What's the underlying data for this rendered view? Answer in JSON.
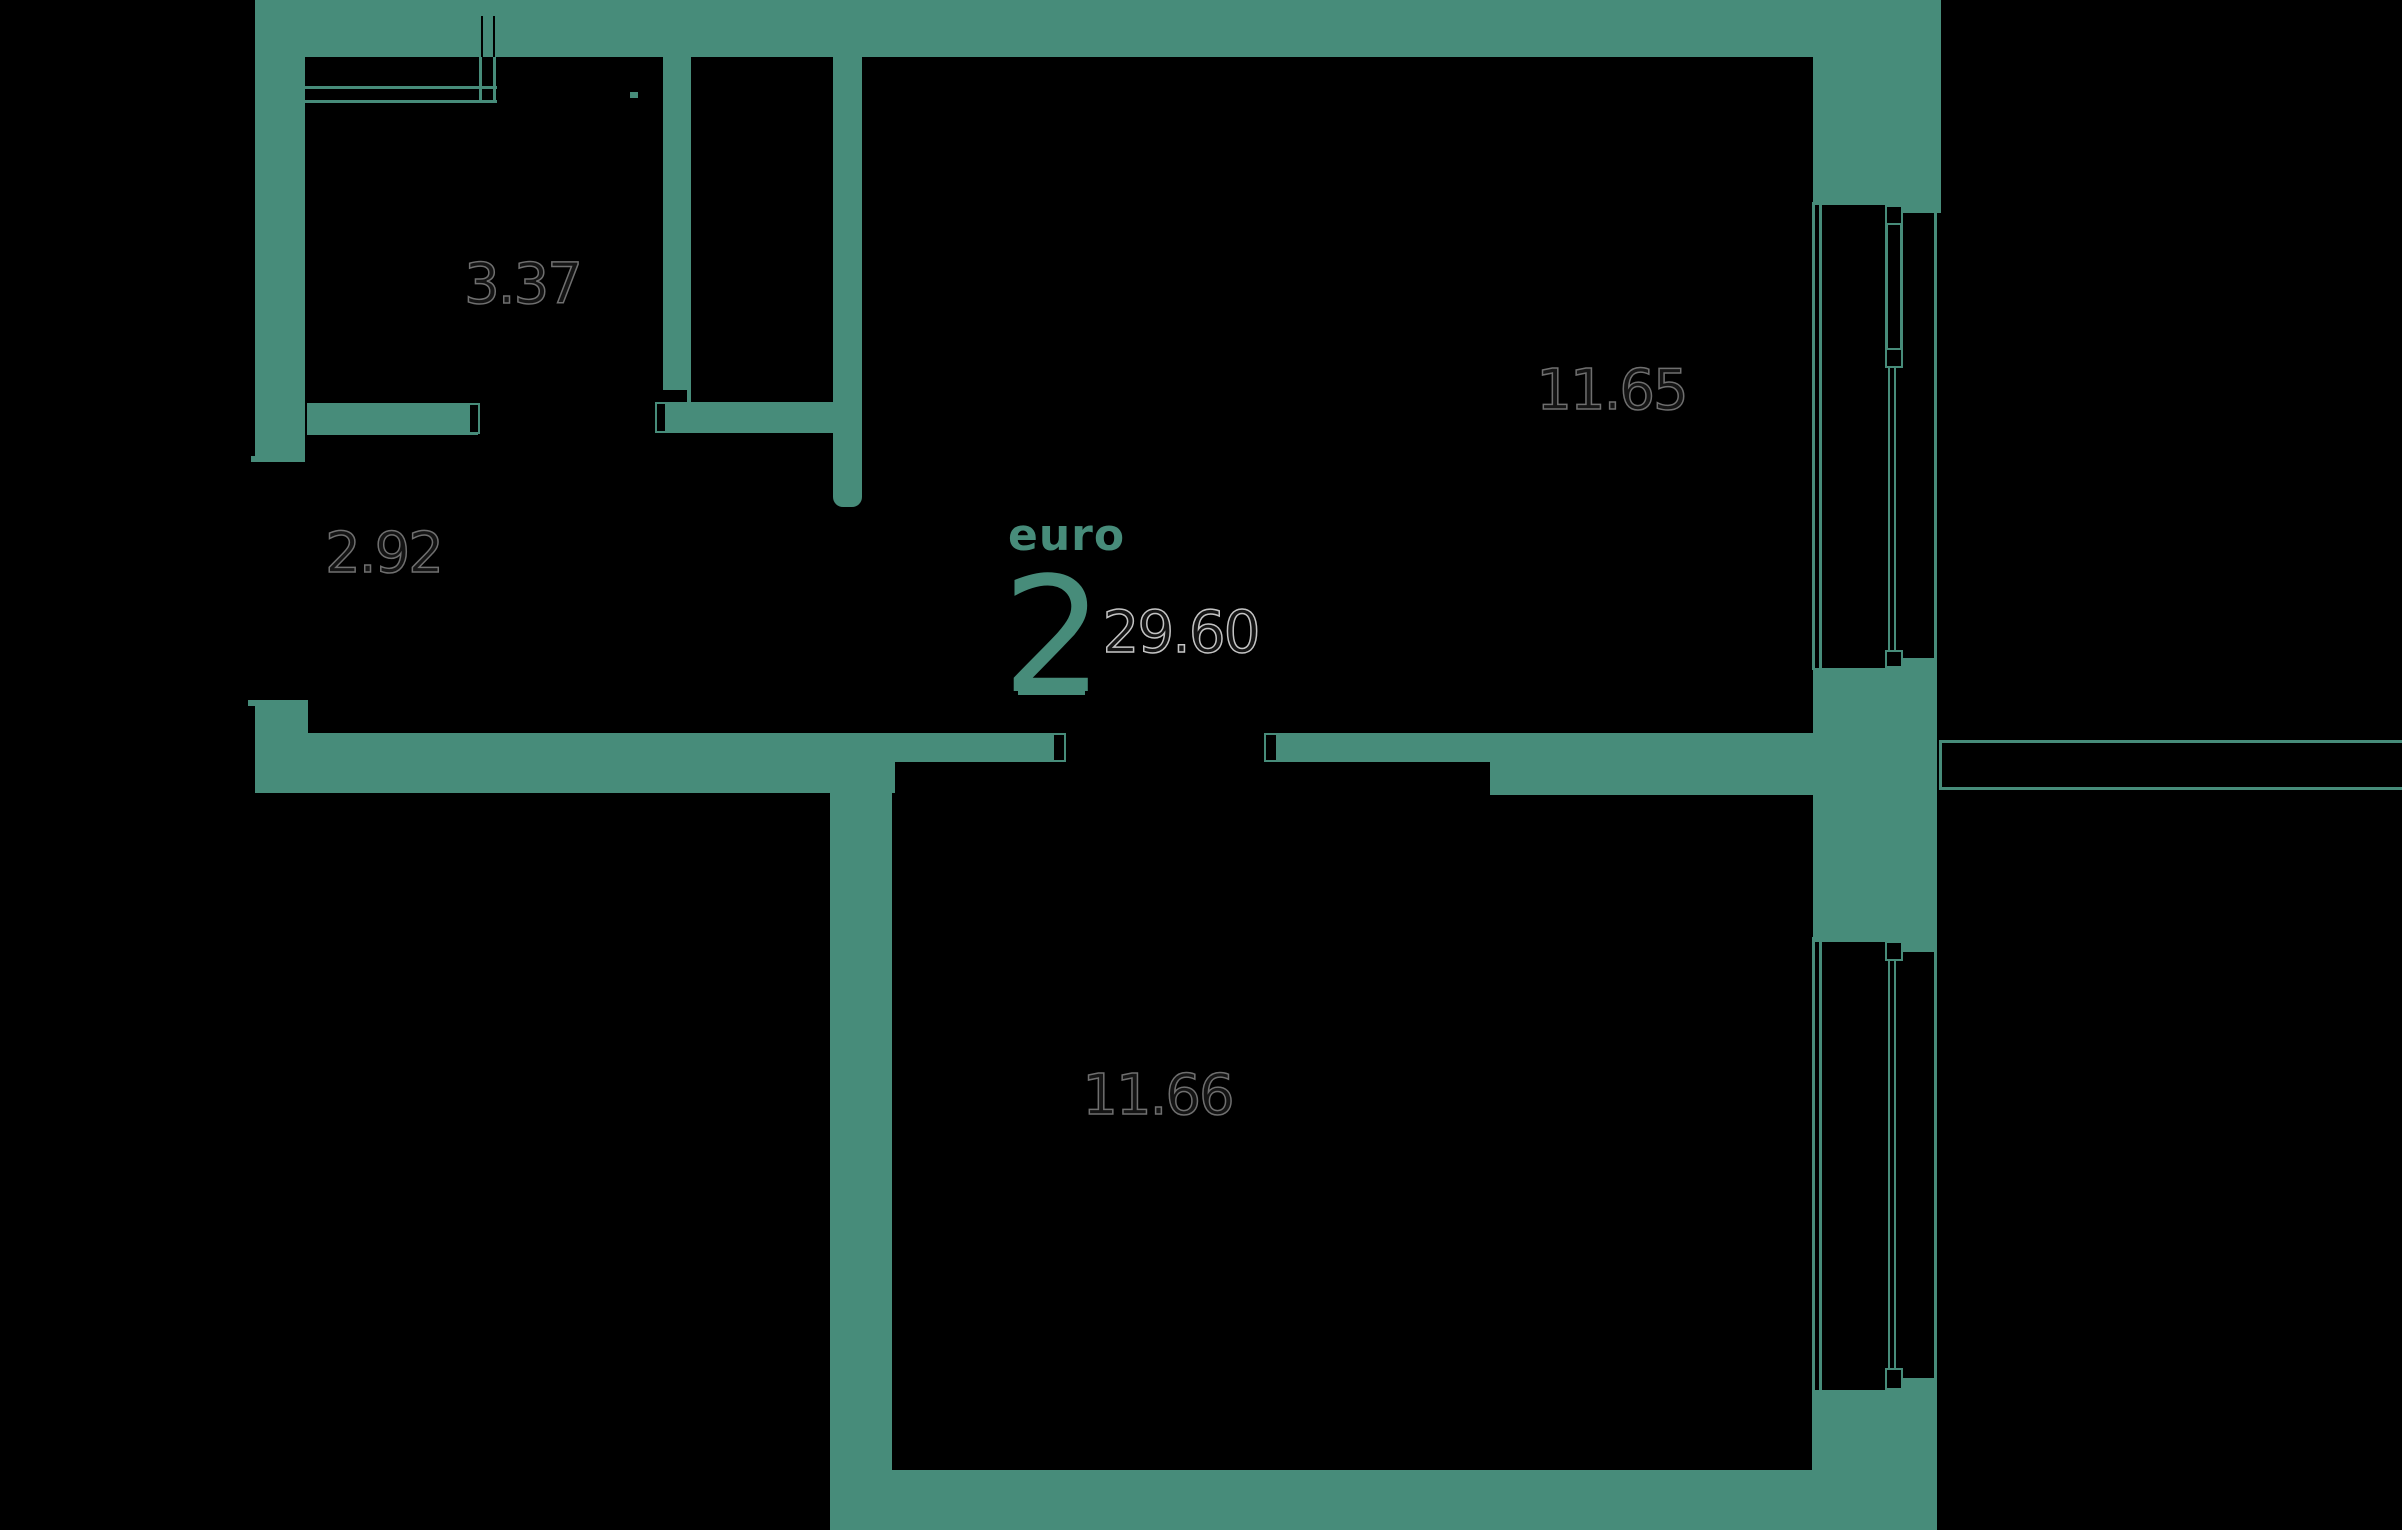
{
  "unit": {
    "type_label": "euro",
    "rooms_count": "2",
    "total_area": "29.60"
  },
  "rooms": {
    "bathroom": {
      "area": "3.37"
    },
    "hallway": {
      "area": "2.92"
    },
    "room_top": {
      "area": "11.65"
    },
    "room_bottom": {
      "area": "11.66"
    }
  },
  "colors": {
    "wall": "#478c7a",
    "background": "#000000",
    "room_label_outline": "#6f6f6f",
    "total_label_outline": "#c4c4c4"
  }
}
